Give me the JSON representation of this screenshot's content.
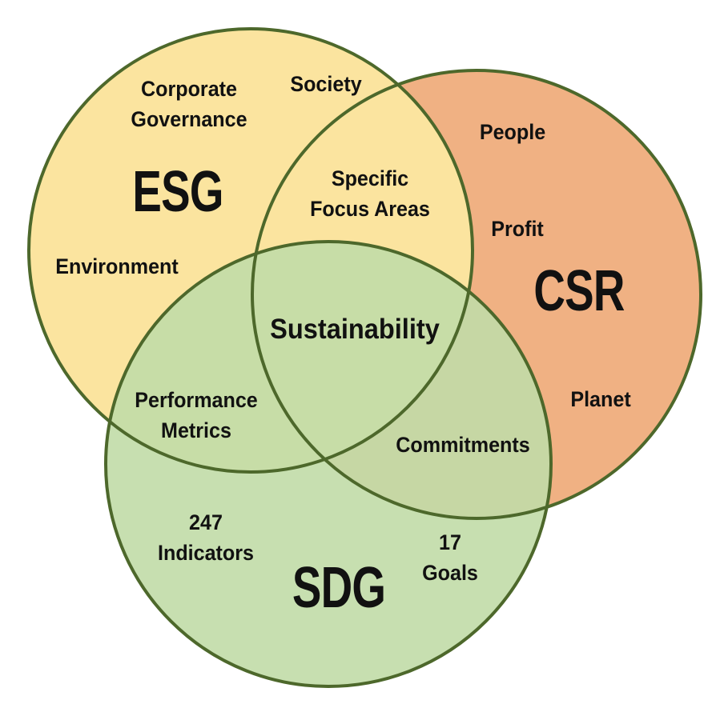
{
  "diagram": {
    "type": "venn",
    "background": "#FFFFFF",
    "stroke_color": "#4D682B",
    "stroke_width": "4",
    "text_color": "#111111",
    "sets": [
      {
        "name": "ESG",
        "fill": "#FBE49F",
        "items": [
          "Corporate\nGovernance",
          "Society",
          "Environment"
        ]
      },
      {
        "name": "CSR",
        "fill": "#F0B183",
        "items": [
          "People",
          "Profit",
          "Planet"
        ]
      },
      {
        "name": "SDG",
        "fill": "#C1DCA7",
        "fill_opacity": "0.9",
        "items": [
          "247\nIndicators",
          "17\nGoals"
        ]
      }
    ],
    "overlaps": {
      "esg_csr": "Specific\nFocus Areas",
      "esg_sdg": "Performance\nMetrics",
      "csr_sdg": "Commitments",
      "center": "Sustainability"
    }
  }
}
